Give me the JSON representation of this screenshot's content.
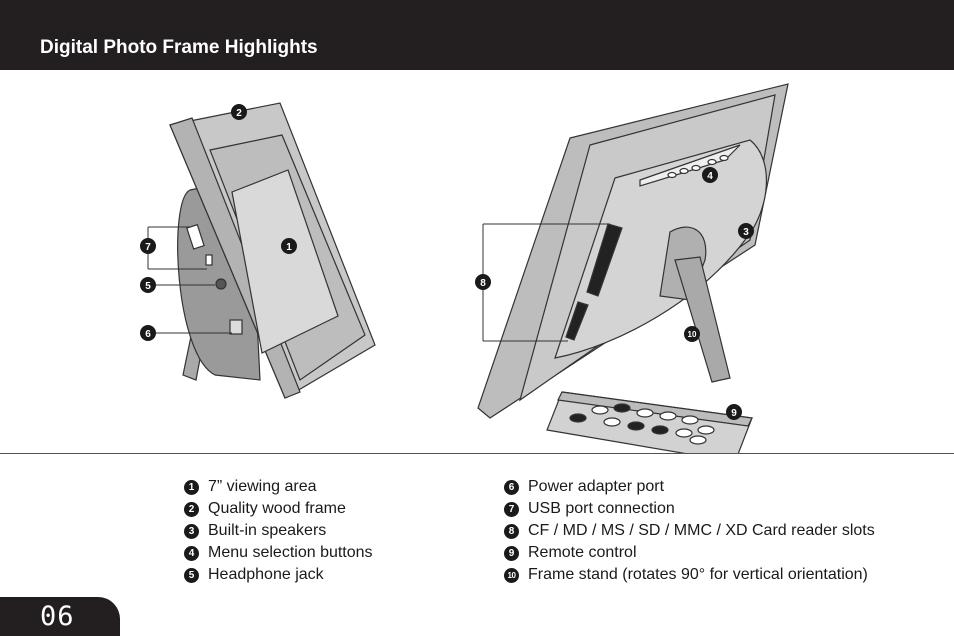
{
  "header": {
    "title": "Digital Photo Frame Highlights"
  },
  "callouts": [
    "1",
    "2",
    "3",
    "4",
    "5",
    "6",
    "7",
    "8",
    "9",
    "10"
  ],
  "legend_left": [
    {
      "num": "1",
      "text": "7” viewing area"
    },
    {
      "num": "2",
      "text": "Quality wood frame"
    },
    {
      "num": "3",
      "text": "Built-in speakers"
    },
    {
      "num": "4",
      "text": "Menu selection buttons"
    },
    {
      "num": "5",
      "text": "Headphone jack"
    }
  ],
  "legend_right": [
    {
      "num": "6",
      "text": "Power adapter port"
    },
    {
      "num": "7",
      "text": "USB port connection"
    },
    {
      "num": "8",
      "text": "CF / MD / MS / SD / MMC  / XD Card reader slots"
    },
    {
      "num": "9",
      "text": "Remote control"
    },
    {
      "num": "10",
      "text": "Frame stand (rotates 90° for vertical orientation)"
    }
  ],
  "page": {
    "number": "06"
  },
  "colors": {
    "header_bg": "#231f20",
    "device_gray": "#b5b5b5",
    "callout": "#1a1a1a"
  }
}
